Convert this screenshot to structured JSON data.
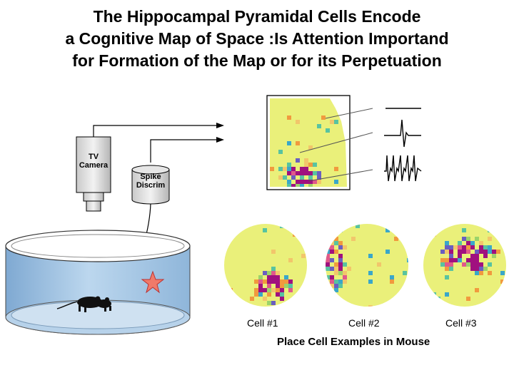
{
  "title": {
    "line1": "The Hippocampal Pyramidal Cells Encode",
    "line2": "a Cognitive Map of Space :Is Attention Importand",
    "line3": "for  Formation of the Map or for its Perpetuation"
  },
  "camera": {
    "line1": "TV",
    "line2": "Camera"
  },
  "discrim": {
    "line1": "Spike",
    "line2": "Discrim"
  },
  "cells": [
    {
      "label": "Cell #1"
    },
    {
      "label": "Cell #2"
    },
    {
      "label": "Cell #3"
    }
  ],
  "caption": "Place Cell Examples in Mouse",
  "colors": {
    "field_background": "#eaf07a",
    "field_hot": "#a0117f",
    "arena_water": "#a8cbe6",
    "star": "#f07a6a"
  }
}
